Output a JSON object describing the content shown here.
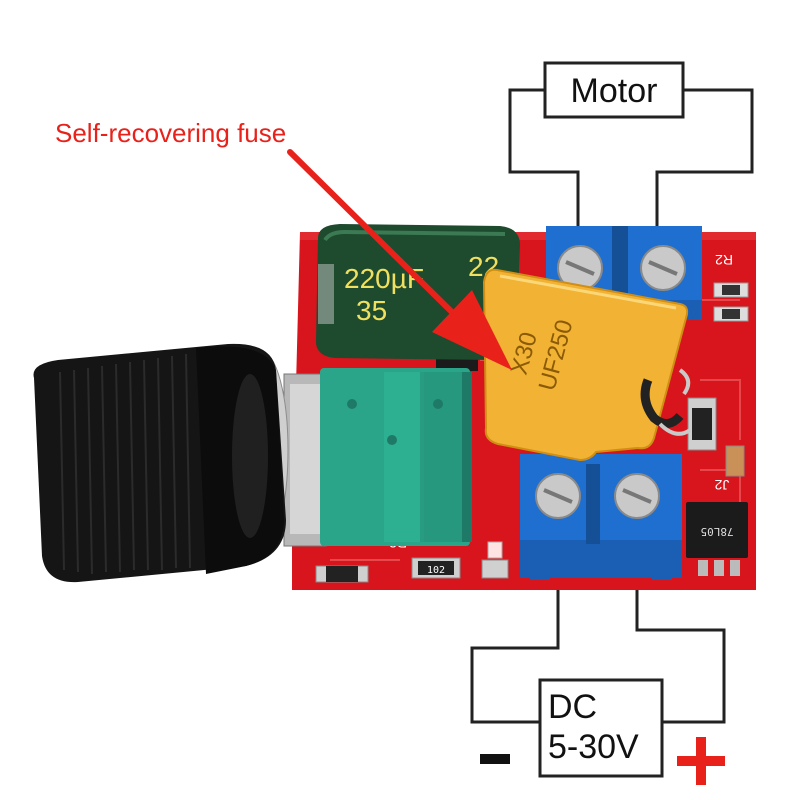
{
  "annotation": {
    "label": "Self-recovering fuse",
    "color": "#e8221b"
  },
  "motor": {
    "label": "Motor"
  },
  "power": {
    "line1": "DC",
    "line2": "5-30V",
    "negative_symbol": "-",
    "positive_symbol": "+",
    "positive_color": "#e8221b",
    "negative_color": "#111111"
  },
  "board": {
    "capacitor_value": "220µF",
    "capacitor_value_cut": "22",
    "capacitor_voltage": "35",
    "fuse_line1": "X30",
    "fuse_line2": "UF250",
    "label_r2": "R2",
    "label_r3": "R3",
    "label_j2": "J2",
    "resistor_code": "102",
    "regulator_marking": "78L05",
    "pcb_color": "#d8141c",
    "terminal_color": "#1f6fd0",
    "fuse_color": "#f2b233",
    "pot_color": "#2aa58a"
  }
}
